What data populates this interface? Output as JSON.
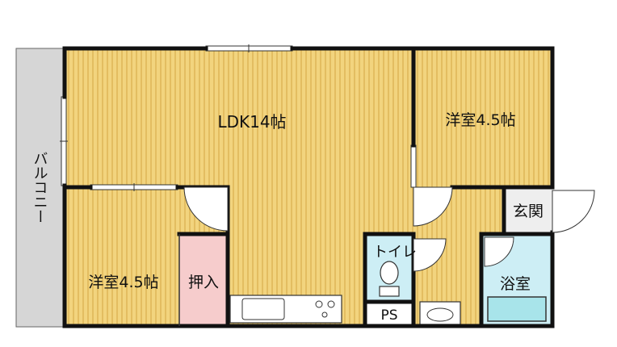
{
  "floorplan": {
    "rooms": {
      "ldk": "LDK14帖",
      "western_top": "洋室4.5帖",
      "western_bottom": "洋室4.5帖",
      "closet": "押入",
      "balcony": "バルコニー",
      "entrance": "玄関",
      "toilet": "トイレ",
      "bath": "浴室",
      "pipe_space": "PS"
    },
    "colors": {
      "floor_wood": "#f2d47e",
      "floor_stripe": "#e3bd61",
      "wall": "#111111",
      "closet": "#f6cccc",
      "bath_tub": "#a8e4ea",
      "toilet_room": "#cdeef5",
      "balcony": "#d6d6d6",
      "entrance_tile": "#eeeeee"
    }
  }
}
